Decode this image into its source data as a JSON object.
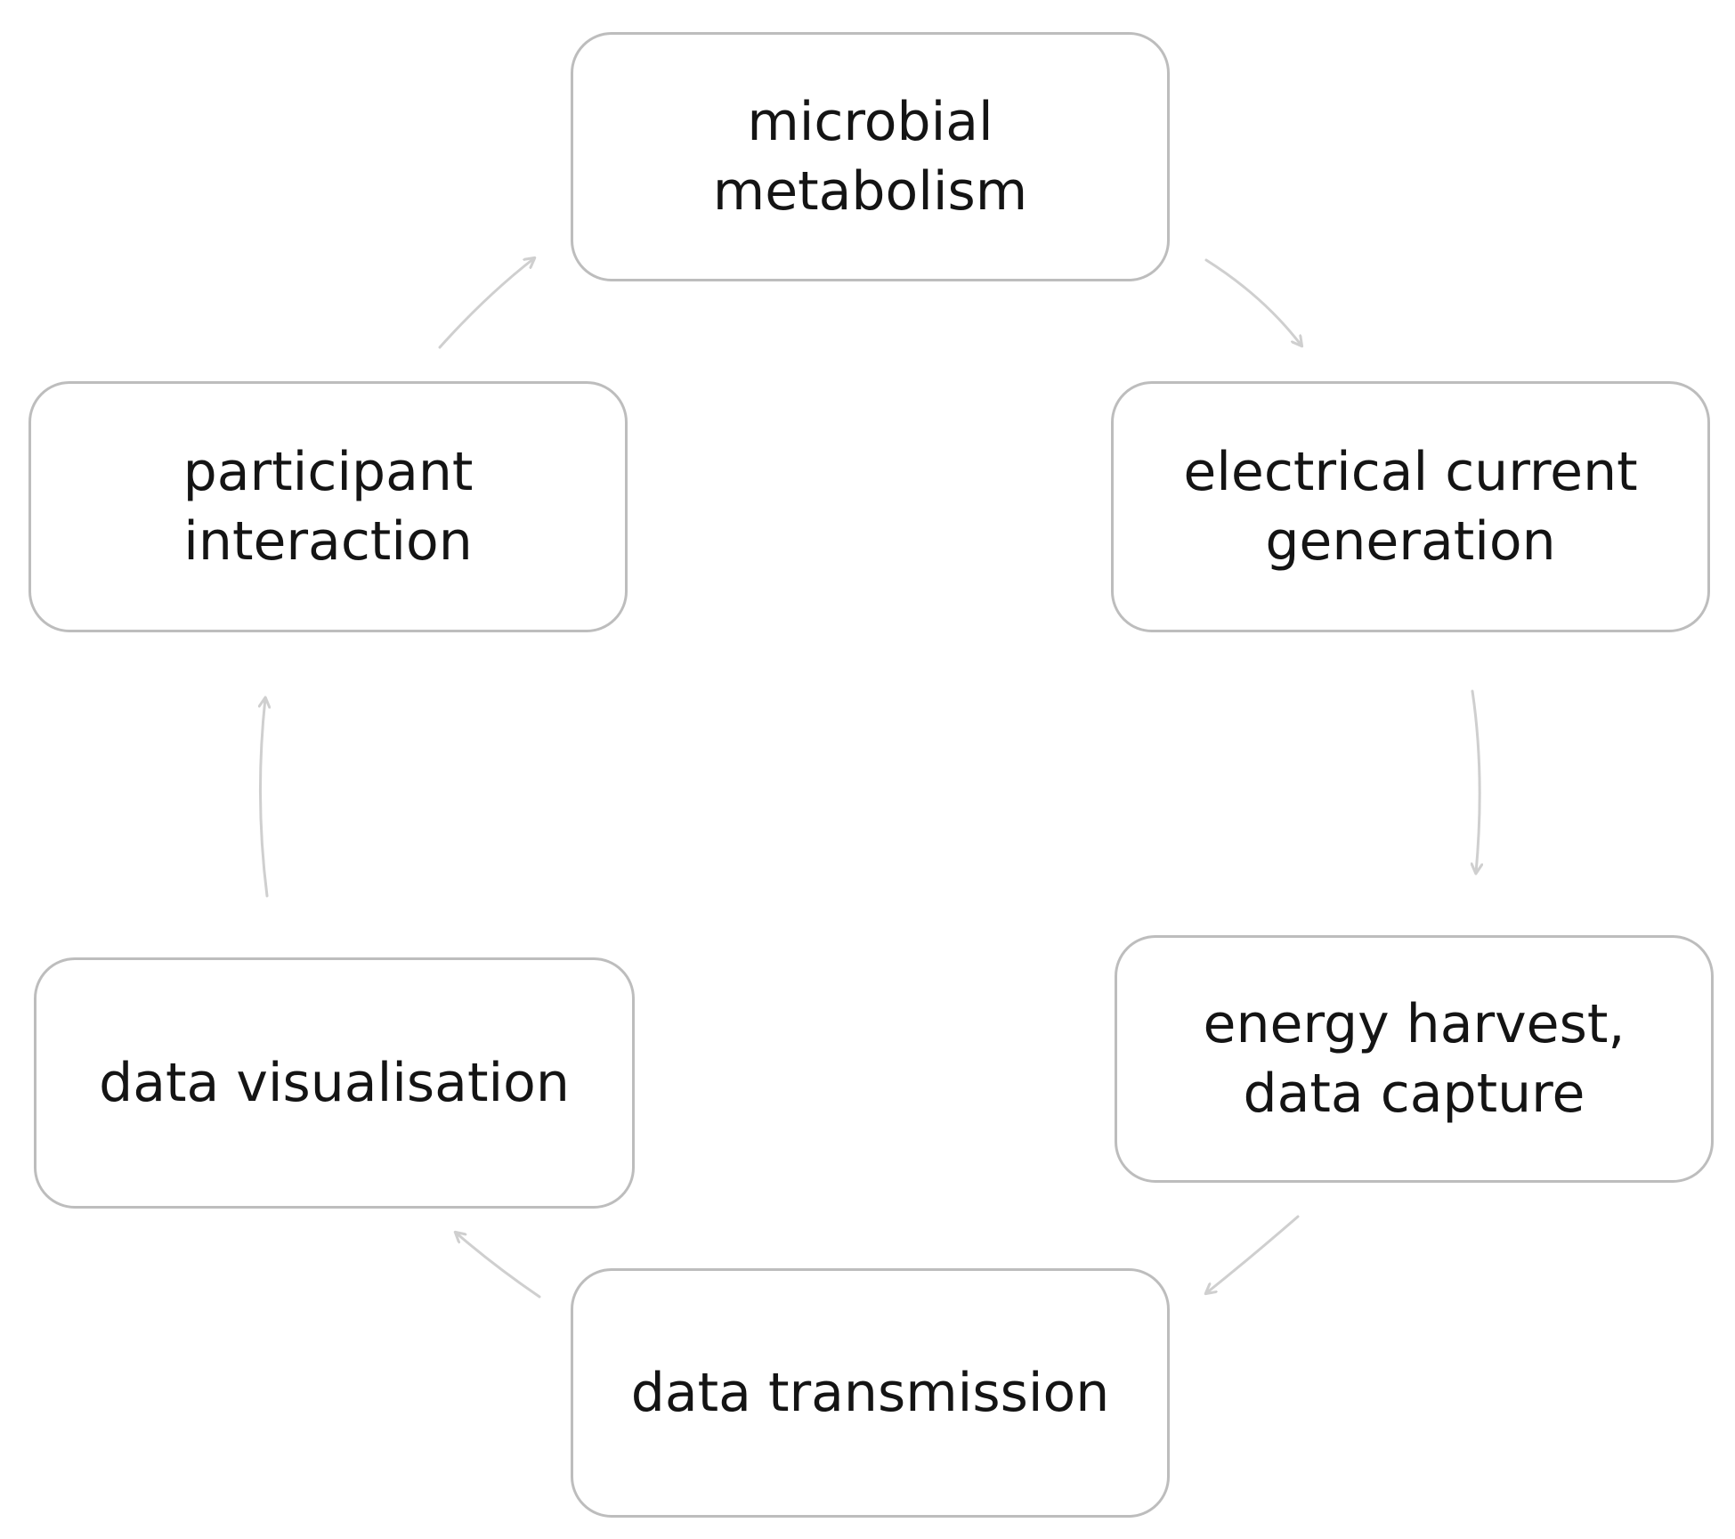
{
  "diagram": {
    "nodes": {
      "microbial": {
        "line1": "microbial",
        "line2": "metabolism"
      },
      "electrical": {
        "line1": "electrical current",
        "line2": "generation"
      },
      "energy": {
        "line1": "energy harvest,",
        "line2": "data capture"
      },
      "transmission": {
        "line1": "data transmission"
      },
      "visualisation": {
        "line1": "data visualisation"
      },
      "participant": {
        "line1": "participant",
        "line2": "interaction"
      }
    },
    "edges": [
      {
        "from": "microbial",
        "to": "electrical"
      },
      {
        "from": "electrical",
        "to": "energy"
      },
      {
        "from": "energy",
        "to": "transmission"
      },
      {
        "from": "transmission",
        "to": "visualisation"
      },
      {
        "from": "visualisation",
        "to": "participant"
      },
      {
        "from": "participant",
        "to": "microbial"
      }
    ],
    "colors": {
      "box_border": "#bdbdbd",
      "arrow": "#cfcfcf",
      "text": "#141414"
    }
  }
}
